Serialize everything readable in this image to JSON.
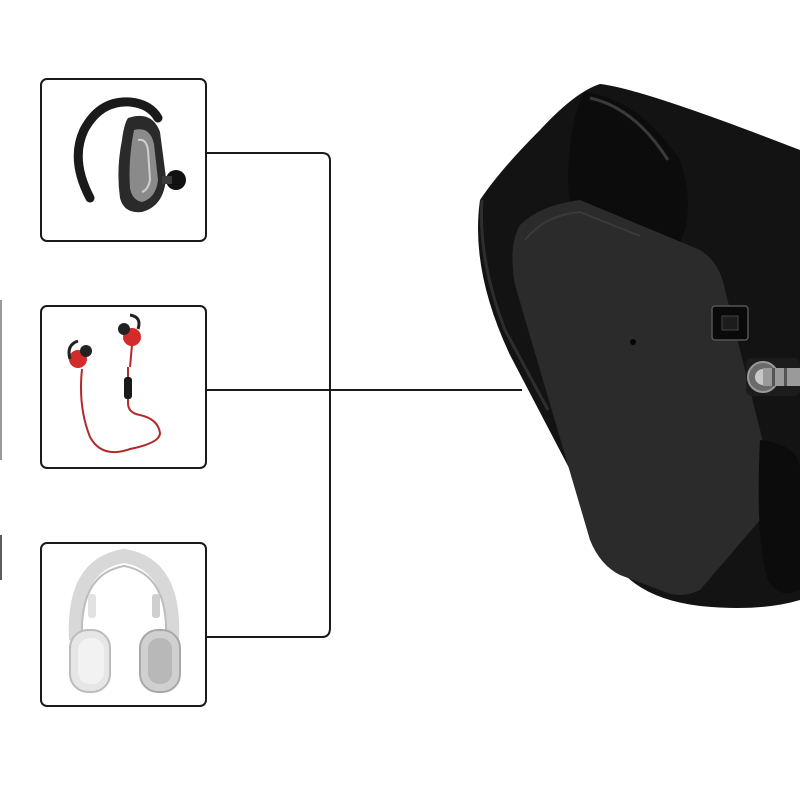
{
  "scene": {
    "devices": [
      {
        "id": "bluetooth-earpiece",
        "kind": "single ear-hook Bluetooth headset"
      },
      {
        "id": "sport-earphones",
        "kind": "red neckband sport earphones"
      },
      {
        "id": "over-ear-headphones",
        "kind": "white over-ear headphones"
      }
    ],
    "hub": {
      "id": "bluetooth-adapter",
      "kind": "black Bluetooth transmitter with optical port and 3.5mm jack"
    },
    "colors": {
      "frame": "#1a1a1a",
      "line": "#1a1a1a",
      "adapter_body": "#141414",
      "adapter_face": "#2b2b2b",
      "earphone_red": "#d42a2a",
      "headphone_white": "#e6e6e6"
    }
  }
}
